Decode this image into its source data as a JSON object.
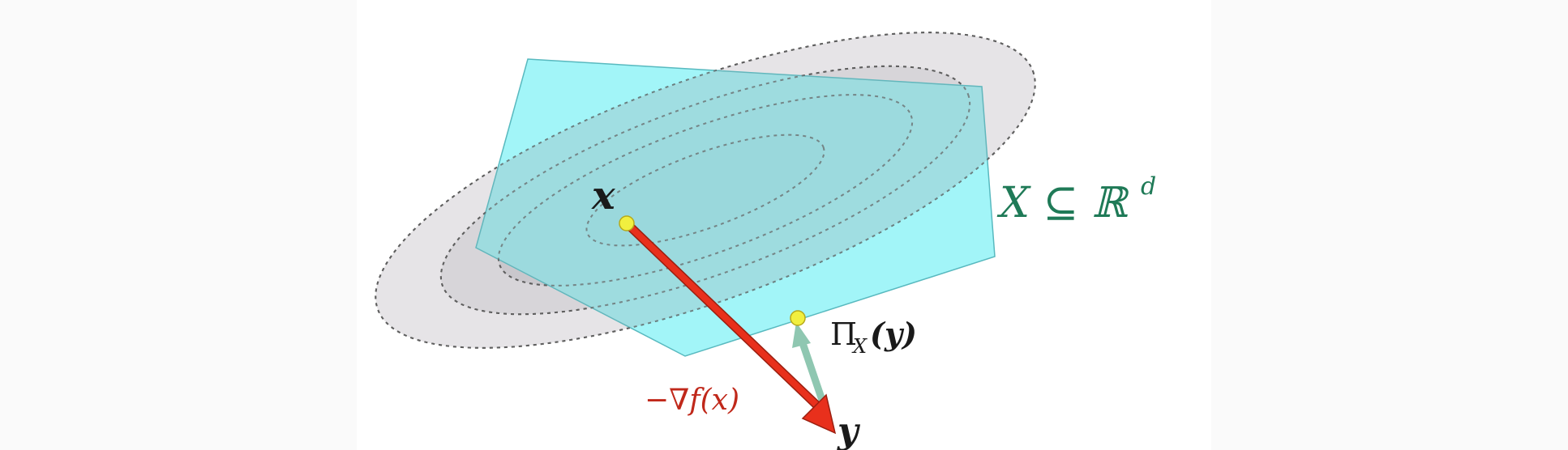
{
  "diagram": {
    "labels": {
      "x": "x",
      "y": "y",
      "projection_prefix": "Π",
      "projection_sub": "X",
      "projection_arg": "(y)",
      "gradient": "−∇f(x)",
      "set_main": "X ⊆ ℝ",
      "set_sup": "d"
    },
    "colors": {
      "feasible_set": "#8ef3f7",
      "contours": "#d9d9dc",
      "gradient_arrow": "#e8301c",
      "projection_arrow": "#8fc7b1",
      "points": "#f1ef3f",
      "set_label": "#1f7a57",
      "gradient_label": "#c0281a"
    }
  }
}
